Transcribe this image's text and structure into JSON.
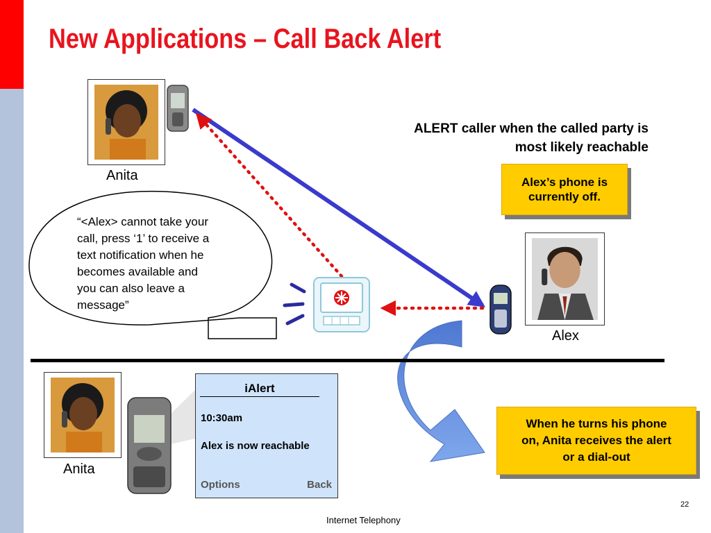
{
  "slide": {
    "title": "New Applications – Call Back Alert",
    "footer": "Internet Telephony",
    "page_number": "22"
  },
  "people": {
    "caller_top": "Anita",
    "callee": "Alex",
    "caller_bottom": "Anita"
  },
  "alert_heading": {
    "line1": "ALERT caller when the called party is",
    "line2": "most likely reachable"
  },
  "status_box": {
    "line1": "Alex’s phone is",
    "line2": "currently off."
  },
  "result_box": {
    "line1": "When he turns his phone",
    "line2": "on, Anita receives the alert",
    "line3": "or a dial-out"
  },
  "speech_bubble": {
    "line1": "“<Alex> cannot take your",
    "line2": "call, press ‘1’ to receive a",
    "line3": "text notification when he",
    "line4": "becomes available and",
    "line5": "you can also leave a",
    "line6": "message”"
  },
  "phone_screen": {
    "title": "iAlert",
    "time": "10:30am",
    "message": "Alex is now reachable",
    "left_softkey": "Options",
    "right_softkey": "Back"
  },
  "colors": {
    "title_red": "#e8141e",
    "side_bar": "#b3c3dc",
    "yellow_box": "#ffcc00",
    "call_arrow": "#3a3acc",
    "dotted_arrow": "#e01010",
    "curved_arrow": "#5b87d6"
  },
  "icons": {
    "server": "server-icon",
    "phones": [
      "mobile-phone-icon"
    ]
  }
}
